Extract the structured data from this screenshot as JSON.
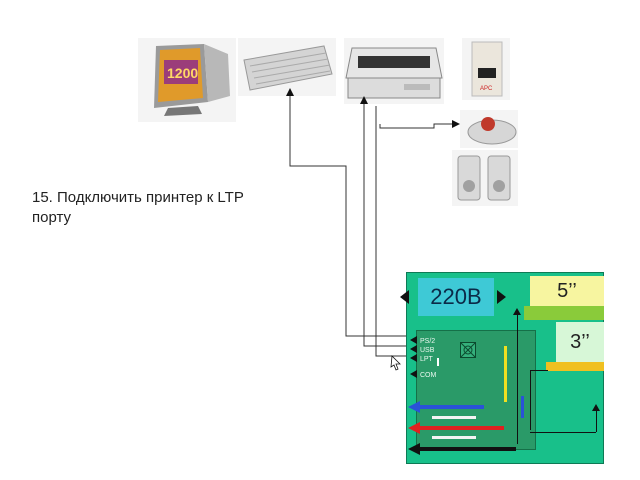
{
  "instruction": {
    "line1": "15. Подключить принтер к LTP",
    "line2": "порту"
  },
  "peripherals": {
    "monitor": {
      "screen_text": "1200"
    },
    "ups": {
      "brand": "APC"
    }
  },
  "system_unit": {
    "psu_label": "220В",
    "bay_5_label": "5’’",
    "bay_3_label": "3’’",
    "ports": [
      "PS/2",
      "USB",
      "LPT",
      "COM"
    ]
  },
  "colors": {
    "case_green": "#18c08a",
    "psu_cyan": "#3ec9d6",
    "bay5_yellow": "#f7f5a0",
    "bus_blue": "#2a52d8",
    "bus_red": "#e02020",
    "bus_black": "#111111"
  }
}
